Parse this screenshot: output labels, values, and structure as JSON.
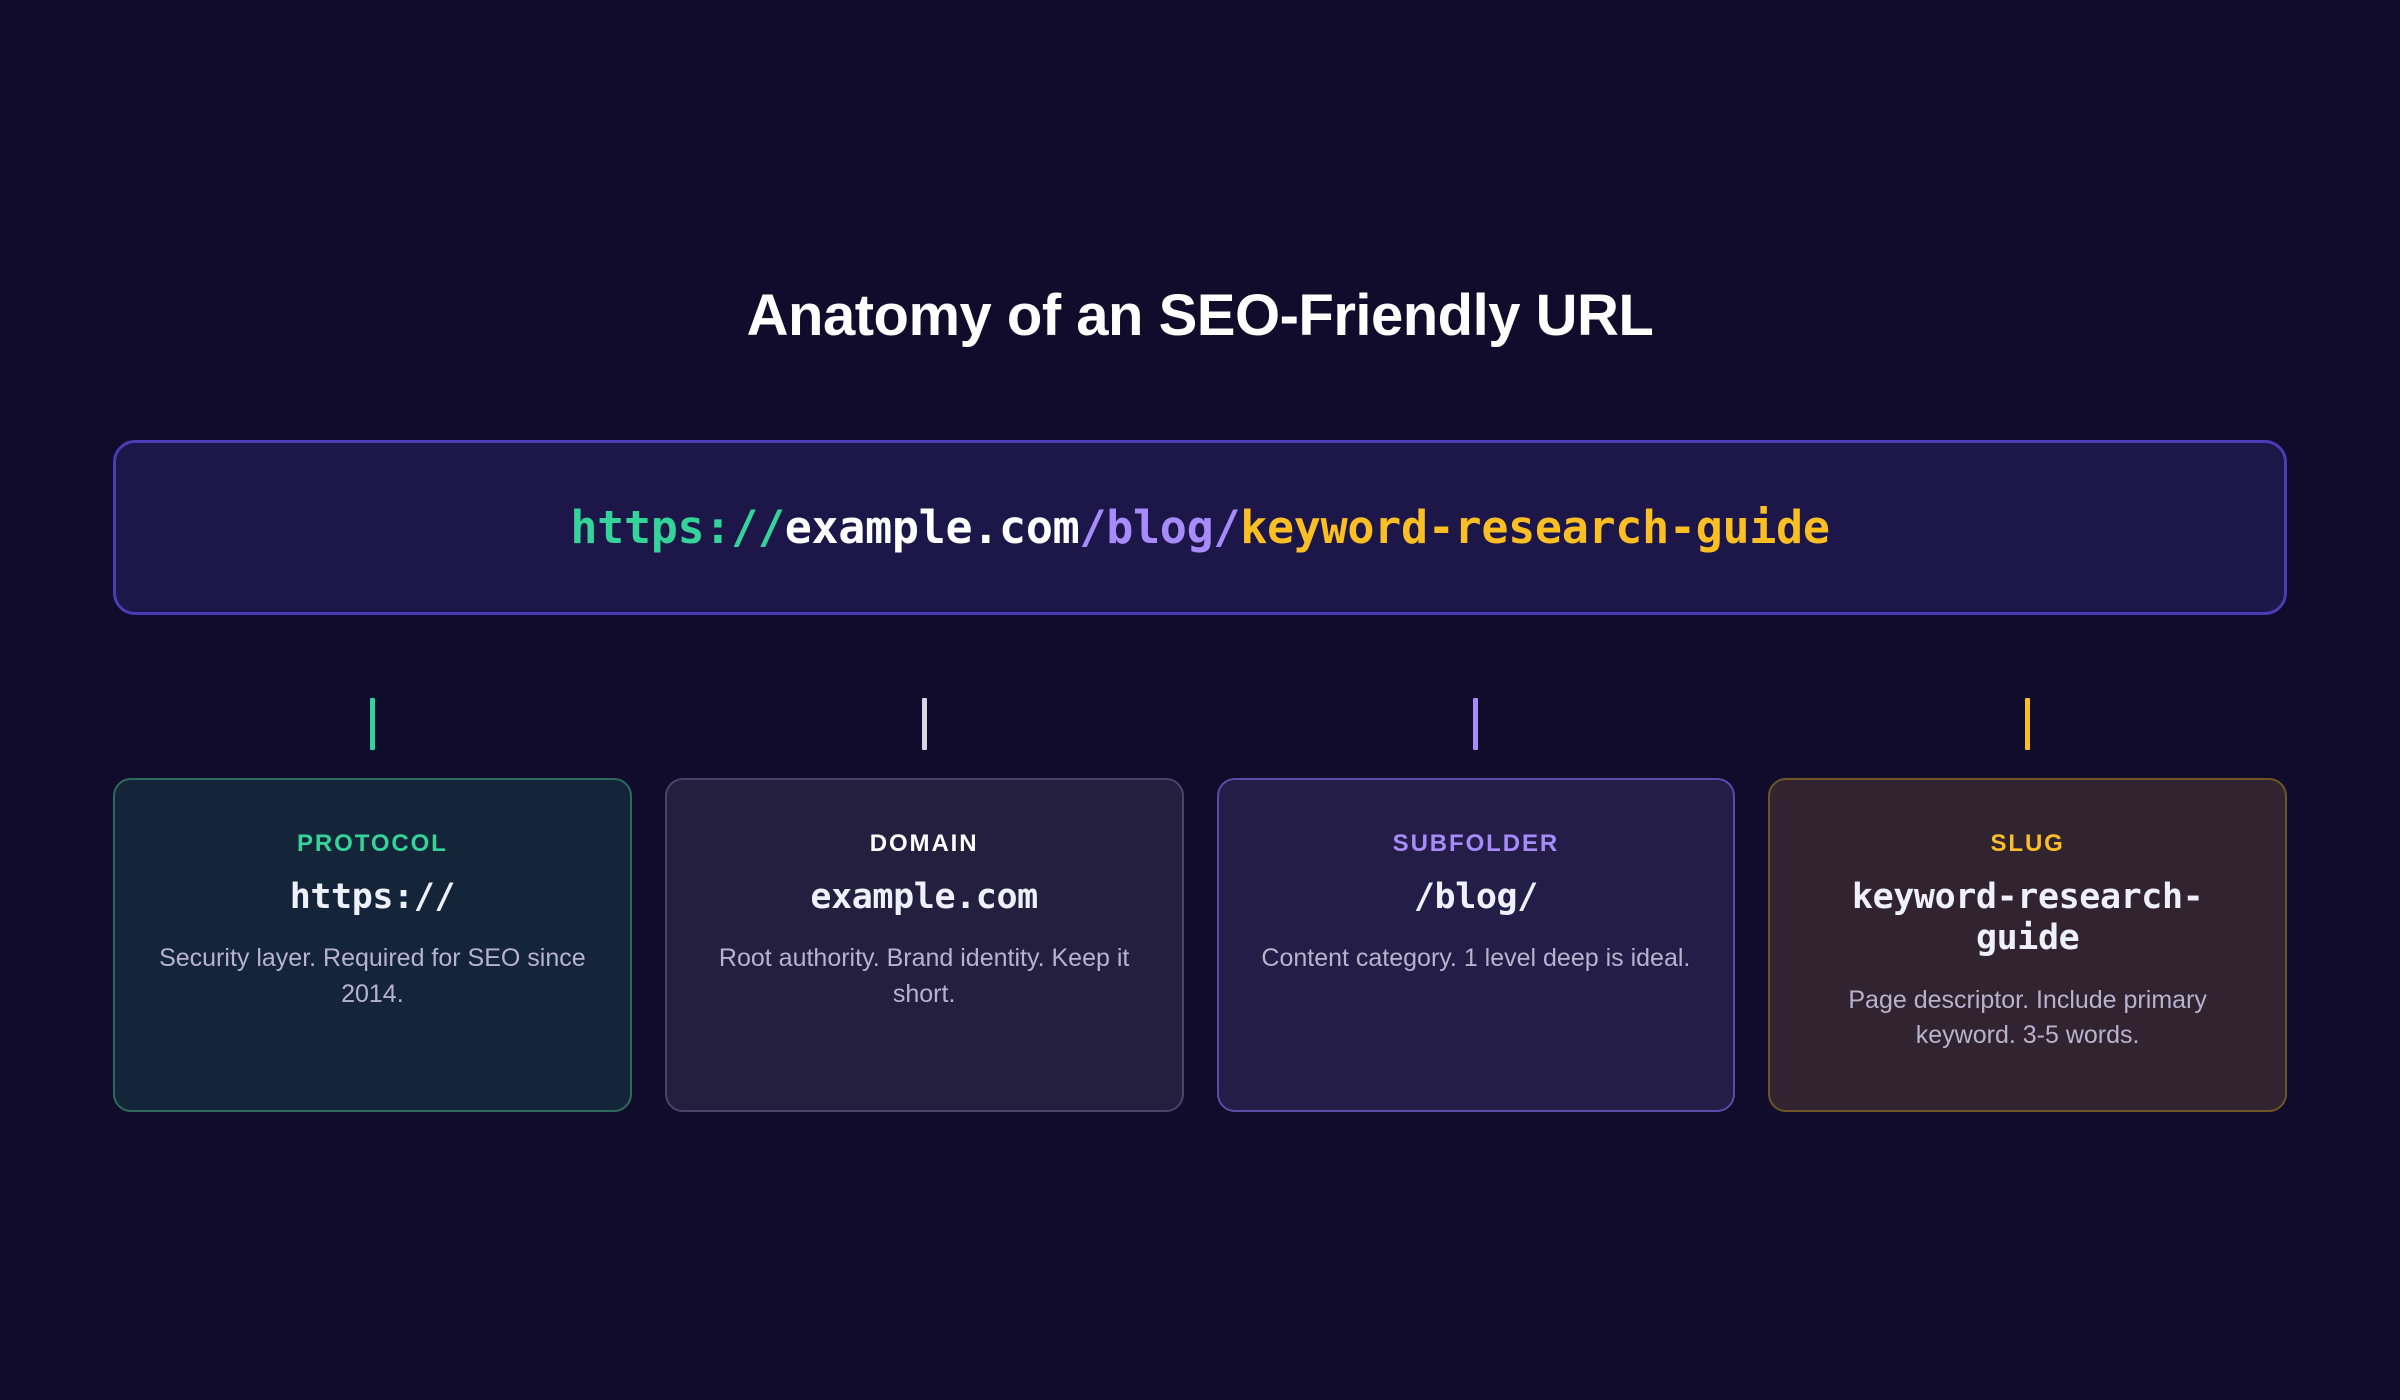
{
  "page": {
    "background_color": "#110c2b",
    "title": "Anatomy of an SEO-Friendly URL"
  },
  "url_bar": {
    "background_color": "#1c1748",
    "border_color": "#4b3bb5",
    "full_url": "https://example.com/blog/keyword-research-guide",
    "segments": {
      "protocol": "https://",
      "domain": "example.com",
      "subfolder": "/blog/",
      "slug": "keyword-research-guide"
    }
  },
  "connectors": [
    {
      "name": "protocol",
      "color": "#34d399"
    },
    {
      "name": "domain",
      "color": "#d8d6e4"
    },
    {
      "name": "subfolder",
      "color": "#a78bfa"
    },
    {
      "name": "slug",
      "color": "#fbbf24"
    }
  ],
  "cards": [
    {
      "label": "PROTOCOL",
      "value": "https://",
      "description": "Security layer. Required for SEO since 2014.",
      "accent_color": "#34d399",
      "background_color": "#14253a",
      "border_color": "#2d6a5c"
    },
    {
      "label": "DOMAIN",
      "value": "example.com",
      "description": "Root authority. Brand identity. Keep it short.",
      "accent_color": "#ffffff",
      "background_color": "#241f3f",
      "border_color": "#4a4469"
    },
    {
      "label": "SUBFOLDER",
      "value": "/blog/",
      "description": "Content category. 1 level deep is ideal.",
      "accent_color": "#a78bfa",
      "background_color": "#241d48",
      "border_color": "#5b4aa8"
    },
    {
      "label": "SLUG",
      "value": "keyword-research-guide",
      "description": "Page descriptor. Include primary keyword. 3-5 words.",
      "accent_color": "#fbbf24",
      "background_color": "#312430",
      "border_color": "#6e5526"
    }
  ]
}
